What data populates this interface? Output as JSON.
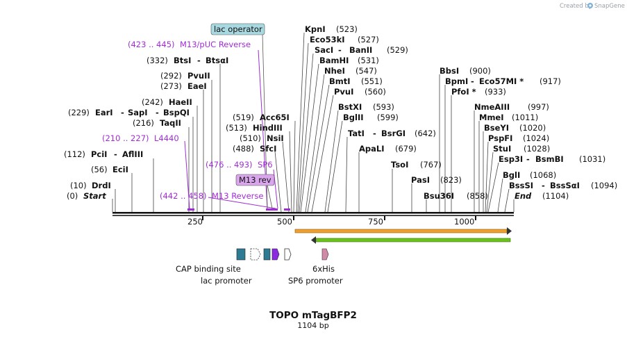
{
  "credit": {
    "prefix": "Created by",
    "brand": "SnapGene"
  },
  "map": {
    "title": "TOPO mTagBFP2",
    "length": "1104 bp",
    "ticks": [
      "250",
      "500",
      "750",
      "1000"
    ]
  },
  "sites": [
    {
      "row": 0,
      "coord": "(0)",
      "names": [
        "Start"
      ],
      "italic": true
    },
    {
      "row": 1,
      "coord": "(10)",
      "names": [
        "DrdI"
      ]
    },
    {
      "row": 3,
      "coord": "(56)",
      "names": [
        "EciI"
      ]
    },
    {
      "row": 4,
      "coord": "(112)",
      "names": [
        "PciI",
        "AflIII"
      ]
    },
    {
      "row": 6,
      "coord": "(216)",
      "names": [
        "TaqII"
      ]
    },
    {
      "row": 7,
      "coord": "(229)",
      "names": [
        "EarI",
        "SapI",
        "BspQI"
      ]
    },
    {
      "row": 8,
      "coord": "(242)",
      "names": [
        "HaeII"
      ]
    },
    {
      "row": 10,
      "coord": "(273)",
      "names": [
        "EaeI"
      ]
    },
    {
      "row": 11,
      "coord": "(292)",
      "names": [
        "PvuII"
      ]
    },
    {
      "row": 12,
      "coord": "(332)",
      "names": [
        "BtsI",
        "BtsαI"
      ]
    },
    {
      "row": "r8",
      "coord": "(488)",
      "names": [
        "SfcI"
      ]
    },
    {
      "row": "r9",
      "coord": "(510)",
      "names": [
        "NsiI"
      ]
    },
    {
      "row": "r10",
      "coord": "(513)",
      "names": [
        "HindIII"
      ]
    },
    {
      "row": "r11",
      "coord": "(519)",
      "names": [
        "Acc65I"
      ]
    },
    {
      "coord": "(523)",
      "names": [
        "KpnI"
      ]
    },
    {
      "coord": "(527)",
      "names": [
        "Eco53kI"
      ]
    },
    {
      "coord": "(529)",
      "names": [
        "SacI",
        "BanII"
      ]
    },
    {
      "coord": "(531)",
      "names": [
        "BamHI"
      ]
    },
    {
      "coord": "(547)",
      "names": [
        "NheI"
      ]
    },
    {
      "coord": "(551)",
      "names": [
        "BmtI"
      ]
    },
    {
      "coord": "(560)",
      "names": [
        "PvuI"
      ]
    },
    {
      "coord": "(593)",
      "names": [
        "BstXI"
      ]
    },
    {
      "coord": "(599)",
      "names": [
        "BglII"
      ]
    },
    {
      "coord": "(642)",
      "names": [
        "TatI",
        "BsrGI"
      ]
    },
    {
      "coord": "(679)",
      "names": [
        "ApaLI"
      ]
    },
    {
      "coord": "(767)",
      "names": [
        "TsoI"
      ]
    },
    {
      "coord": "(823)",
      "names": [
        "PasI"
      ]
    },
    {
      "coord": "(858)",
      "names": [
        "Bsu36I"
      ]
    },
    {
      "coord": "(900)",
      "names": [
        "BbsI"
      ]
    },
    {
      "coord": "(917)",
      "names": [
        "BpmI",
        "Eco57MI *"
      ]
    },
    {
      "coord": "(933)",
      "names": [
        "PfoI *"
      ]
    },
    {
      "coord": "(997)",
      "names": [
        "NmeAIII"
      ]
    },
    {
      "coord": "(1011)",
      "names": [
        "MmeI"
      ]
    },
    {
      "coord": "(1020)",
      "names": [
        "BseYI"
      ]
    },
    {
      "coord": "(1024)",
      "names": [
        "PspFI"
      ]
    },
    {
      "coord": "(1028)",
      "names": [
        "StuI"
      ]
    },
    {
      "coord": "(1031)",
      "names": [
        "Esp3I",
        "BsmBI"
      ]
    },
    {
      "coord": "(1068)",
      "names": [
        "BglI"
      ]
    },
    {
      "coord": "(1094)",
      "names": [
        "BssSI",
        "BssSαI"
      ]
    },
    {
      "coord": "(1104)",
      "names": [
        "End"
      ],
      "italic": true
    }
  ],
  "primers": [
    {
      "range": "(423 .. 445)",
      "name": "M13/pUC Reverse"
    },
    {
      "range": "(210 .. 227)",
      "name": "L4440"
    },
    {
      "range": "(476 .. 493)",
      "name": "SP6"
    },
    {
      "range": "(442 .. 458)",
      "name": "M13 Reverse"
    }
  ],
  "boxed_features": [
    {
      "name": "lac operator",
      "fill": "#a8d8e0"
    },
    {
      "name": "M13 rev",
      "fill": "#d9a6ec"
    }
  ],
  "features": {
    "cap_binding_site": "CAP binding site",
    "lac_promoter": "lac promoter",
    "sp6_promoter": "SP6 promoter",
    "his_tag": "6xHis"
  },
  "colors": {
    "primer": "#a02cd6",
    "orange_arrow": "#f0a030",
    "green_arrow": "#6cc21c",
    "cap_box": "#2e7b94",
    "lac_promoter": "#ffffff",
    "m13_rev_box": "#8a2be2",
    "his_box": "#d08aa8"
  }
}
